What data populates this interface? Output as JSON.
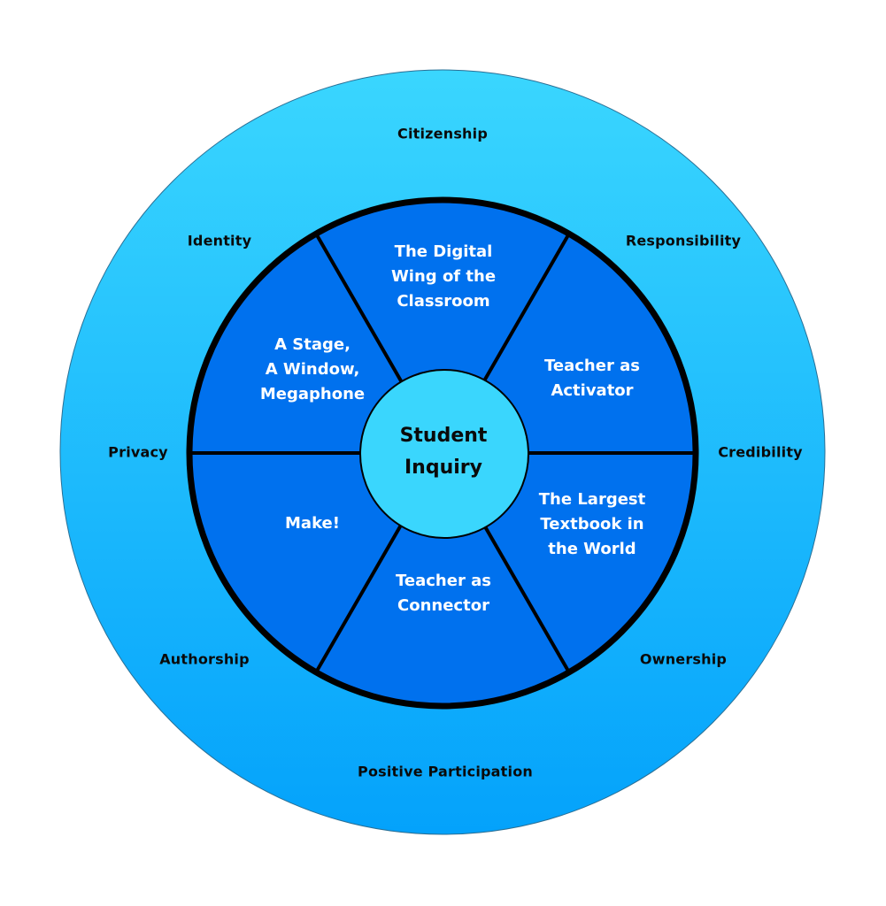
{
  "colors": {
    "outer_ring_top": "#3AD6FE",
    "outer_ring_bottom": "#04A2FB",
    "sector_fill": "#0071EE",
    "core_fill": "#3AD6FD",
    "stroke": "#000000"
  },
  "outer_ring": {
    "labels": [
      {
        "id": "citizenship",
        "text": "Citizenship"
      },
      {
        "id": "responsibility",
        "text": "Responsibility"
      },
      {
        "id": "credibility",
        "text": "Credibility"
      },
      {
        "id": "ownership",
        "text": "Ownership"
      },
      {
        "id": "positive-participation",
        "text": "Positive Participation"
      },
      {
        "id": "authorship",
        "text": "Authorship"
      },
      {
        "id": "privacy",
        "text": "Privacy"
      },
      {
        "id": "identity",
        "text": "Identity"
      }
    ]
  },
  "sectors": [
    {
      "id": "digital-wing",
      "lines": [
        "The Digital",
        "Wing of the",
        "Classroom"
      ]
    },
    {
      "id": "teacher-activator",
      "lines": [
        "Teacher as",
        "Activator"
      ]
    },
    {
      "id": "largest-textbook",
      "lines": [
        "The Largest",
        "Textbook in",
        "the World"
      ]
    },
    {
      "id": "teacher-connector",
      "lines": [
        "Teacher as",
        "Connector"
      ]
    },
    {
      "id": "make",
      "lines": [
        "Make!"
      ]
    },
    {
      "id": "stage-window",
      "lines": [
        "A Stage,",
        "A Window,",
        "Megaphone"
      ]
    }
  ],
  "core": {
    "lines": [
      "Student",
      "Inquiry"
    ]
  }
}
